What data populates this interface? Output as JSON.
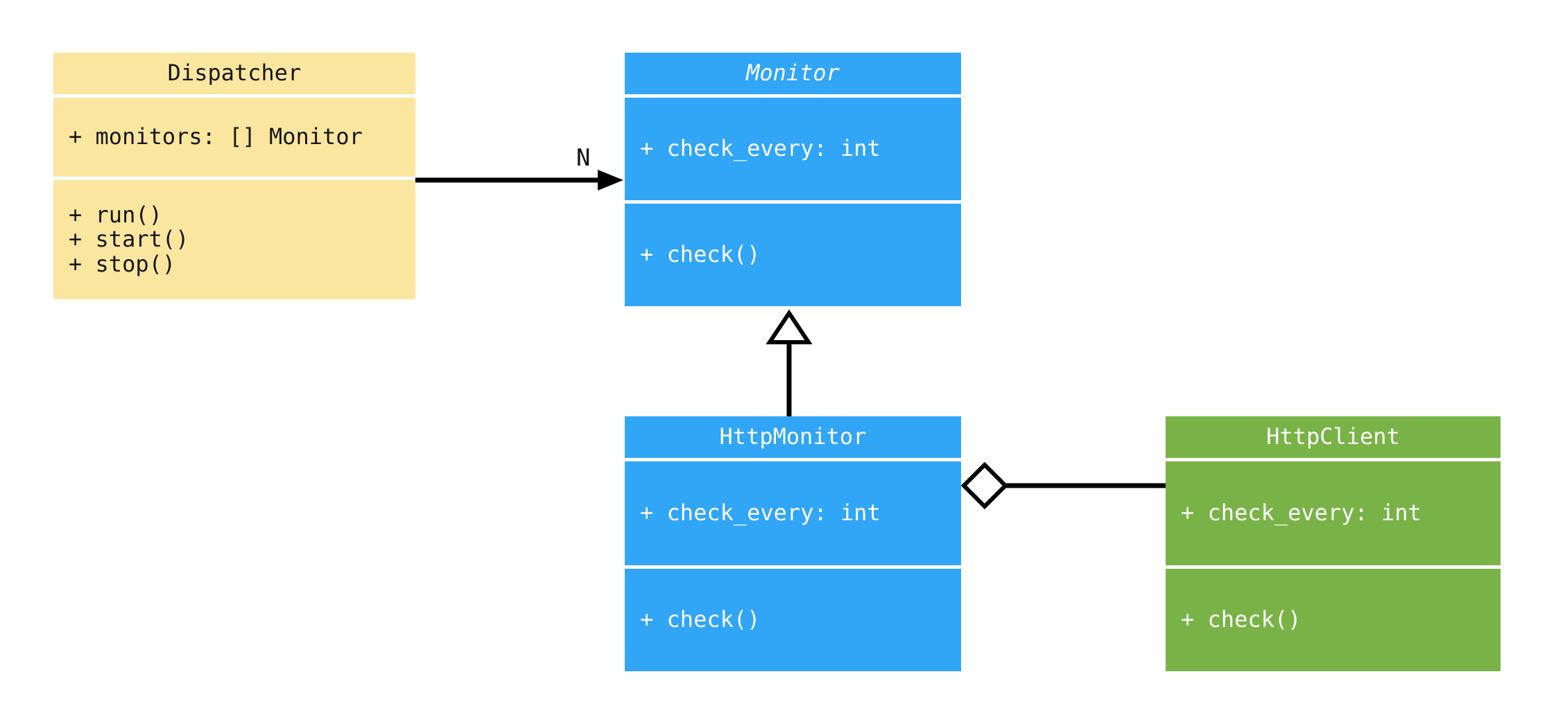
{
  "diagram": {
    "type": "uml-class-diagram",
    "background_color": "#ffffff",
    "colors": {
      "dispatcher_fill": "#FBE6A0",
      "monitor_fill": "#31A5F6",
      "http_client_fill": "#79B347",
      "dark_text": "#161616",
      "light_text": "#ffffff",
      "connector": "#000000"
    },
    "classes": [
      {
        "id": "dispatcher",
        "name": "Dispatcher",
        "abstract": false,
        "attributes": [
          "+ monitors: [] Monitor"
        ],
        "methods": [
          "+ run()",
          "+ start()",
          "+ stop()"
        ]
      },
      {
        "id": "monitor",
        "name": "Monitor",
        "abstract": true,
        "attributes": [
          "+ check_every: int"
        ],
        "methods": [
          "+ check()"
        ]
      },
      {
        "id": "http-monitor",
        "name": "HttpMonitor",
        "abstract": false,
        "attributes": [
          "+ check_every: int"
        ],
        "methods": [
          "+ check()"
        ]
      },
      {
        "id": "http-client",
        "name": "HttpClient",
        "abstract": false,
        "attributes": [
          "+ check_every: int"
        ],
        "methods": [
          "+ check()"
        ]
      }
    ],
    "relationships": [
      {
        "type": "association",
        "from": "Dispatcher",
        "to": "Monitor",
        "label": "N",
        "marker": "filled-arrowhead"
      },
      {
        "type": "inheritance",
        "from": "HttpMonitor",
        "to": "Monitor",
        "label": "",
        "marker": "hollow-triangle"
      },
      {
        "type": "aggregation",
        "from": "HttpMonitor",
        "to": "HttpClient",
        "label": "",
        "marker": "hollow-diamond"
      }
    ]
  }
}
